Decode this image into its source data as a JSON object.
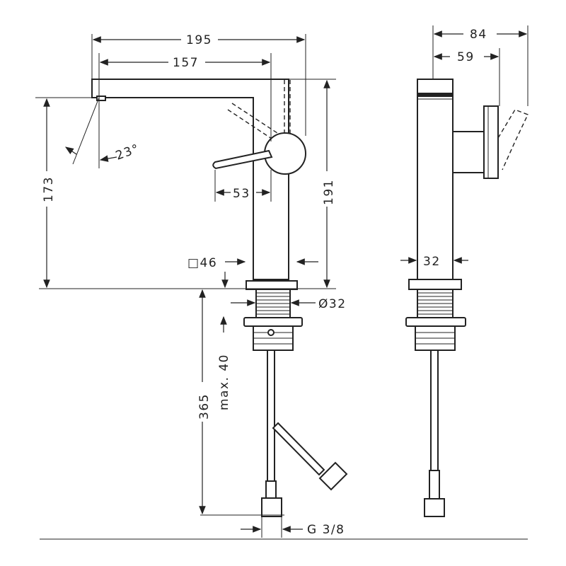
{
  "drawing": {
    "front_view": {
      "width_overall": "195",
      "spout_reach": "157",
      "spout_angle": "23°",
      "height_left": "173",
      "height_right": "191",
      "lever_length": "53",
      "body_square": "□46",
      "thread_diameter": "Ø32",
      "max_thickness": "max. 40",
      "hose_length": "365",
      "connection": "G 3/8"
    },
    "side_view": {
      "depth_overall": "84",
      "depth_handle": "59",
      "body_width": "32"
    }
  }
}
